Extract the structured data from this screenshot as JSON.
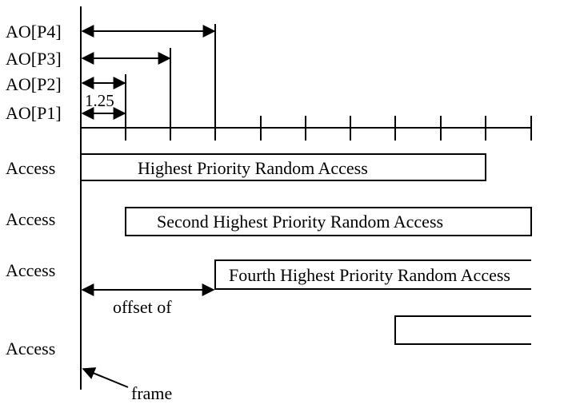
{
  "ao_labels": [
    "AO[P4]",
    "AO[P3]",
    "AO[P2]",
    "AO[P1]"
  ],
  "interval_label": "1.25",
  "access_label": "Access",
  "rows": [
    {
      "name": "Highest Priority Random Access"
    },
    {
      "name": "Second Highest Priority Random Access"
    },
    {
      "name": "Fourth Highest Priority Random Access"
    }
  ],
  "offset_label": "offset of",
  "frame_label": "frame"
}
